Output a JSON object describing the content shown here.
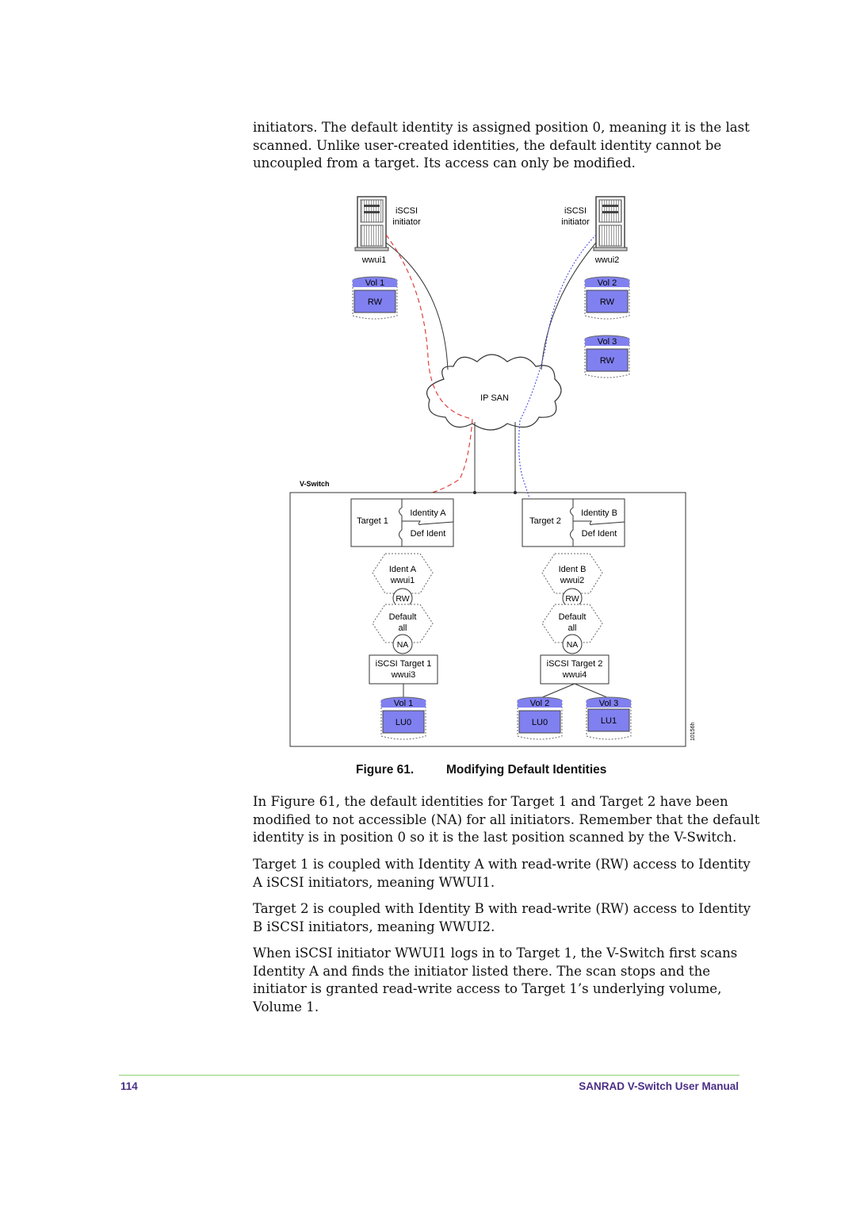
{
  "intro_lines": [
    "initiators.  The default identity is assigned position 0, meaning it is the last",
    "scanned.  Unlike user-created identities, the default identity cannot be",
    "uncoupled from a target.  Its access can only be modified."
  ],
  "figure": {
    "initiators": [
      {
        "label1": "iSCSI",
        "label2": "initiator",
        "wwui": "wwui1"
      },
      {
        "label1": "iSCSI",
        "label2": "initiator",
        "wwui": "wwui2"
      }
    ],
    "host_volumes": [
      {
        "name": "Vol 1",
        "access": "RW"
      },
      {
        "name": "Vol 2",
        "access": "RW"
      },
      {
        "name": "Vol 3",
        "access": "RW"
      }
    ],
    "cloud_label": "IP SAN",
    "switch_label": "V-Switch",
    "targets": [
      {
        "label": "Target 1",
        "identity": "Identity A",
        "default": "Def Ident"
      },
      {
        "label": "Target 2",
        "identity": "Identity B",
        "default": "Def Ident"
      }
    ],
    "identity_chains": [
      {
        "ident_name": "Ident A",
        "ident_wwui": "wwui1",
        "ident_access": "RW",
        "default_name": "Default",
        "default_scope": "all",
        "default_access": "NA",
        "iscsi_target": "iSCSI Target 1",
        "iscsi_wwui": "wwui3"
      },
      {
        "ident_name": "Ident B",
        "ident_wwui": "wwui2",
        "ident_access": "RW",
        "default_name": "Default",
        "default_scope": "all",
        "default_access": "NA",
        "iscsi_target": "iSCSI Target 2",
        "iscsi_wwui": "wwui4"
      }
    ],
    "lun_volumes": [
      {
        "name": "Vol 1",
        "lun": "LU0"
      },
      {
        "name": "Vol 2",
        "lun": "LU0"
      },
      {
        "name": "Vol 3",
        "lun": "LU1"
      }
    ],
    "figure_id": "10156h"
  },
  "caption": {
    "number": "Figure 61.",
    "title": "Modifying Default Identities"
  },
  "paragraphs": [
    {
      "lines": [
        "In Figure 61, the default identities for Target 1 and Target 2 have been",
        "modified to not accessible (NA) for all initiators.  Remember that the default",
        "identity is in position 0 so it is the last position scanned by the V-Switch."
      ]
    },
    {
      "lines": [
        "Target 1 is coupled with Identity A with read-write (RW) access to Identity",
        "A iSCSI initiators, meaning WWUI1."
      ]
    },
    {
      "lines": [
        "Target 2 is coupled with Identity B with read-write (RW) access to Identity",
        "B iSCSI initiators, meaning WWUI2."
      ]
    },
    {
      "lines": [
        "When iSCSI initiator WWUI1 logs in to Target 1, the V-Switch first scans",
        "Identity A and finds the initiator listed there.  The scan stops and the",
        "initiator is granted read-write access to Target 1’s underlying volume,",
        "Volume 1."
      ]
    }
  ],
  "footer": {
    "page": "114",
    "title": "SANRAD V-Switch  User Manual"
  },
  "colors": {
    "volume_fill": "#8080f0",
    "red_path": "#e03030",
    "blue_path": "#5050e0",
    "footer_text": "#4a2e86",
    "footer_rule": "#8ccf6e"
  }
}
